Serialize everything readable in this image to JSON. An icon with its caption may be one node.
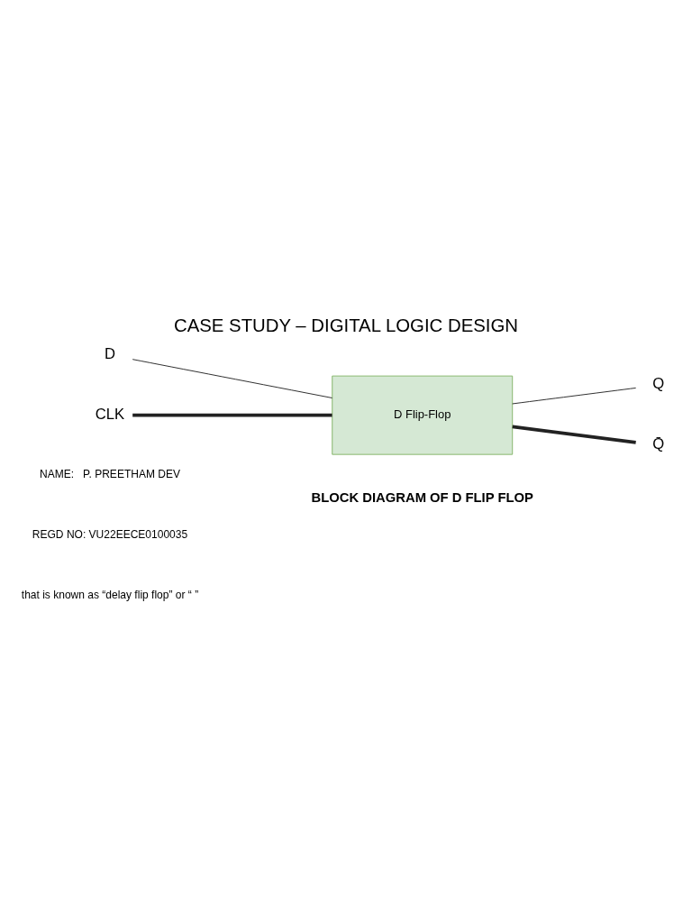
{
  "diagram": {
    "title": "CASE STUDY – DIGITAL LOGIC DESIGN",
    "caption": "BLOCK DIAGRAM OF D FLIP FLOP",
    "nodes": [
      {
        "text": [
          "D"
        ]
      },
      {
        "text": [
          "CLK"
        ]
      },
      {
        "text": [
          "D Flip-Flop"
        ]
      },
      {
        "text": [
          "Q"
        ]
      },
      {
        "text": [
          "Q̄"
        ]
      }
    ],
    "edges": [
      {
        "from": 0,
        "to": 2,
        "arrow": "none"
      },
      {
        "from": 1,
        "to": 2,
        "arrow": "none",
        "style": "thick"
      },
      {
        "from": 2,
        "to": 3,
        "arrow": "none"
      },
      {
        "from": 2,
        "to": 4,
        "arrow": "none",
        "style": "thick"
      }
    ],
    "labels": [
      "NAME:   P. PREETHAM DEV",
      "REGD NO: VU22EECE0100035",
      "that is known as “delay flip flop” or “ ”"
    ]
  }
}
